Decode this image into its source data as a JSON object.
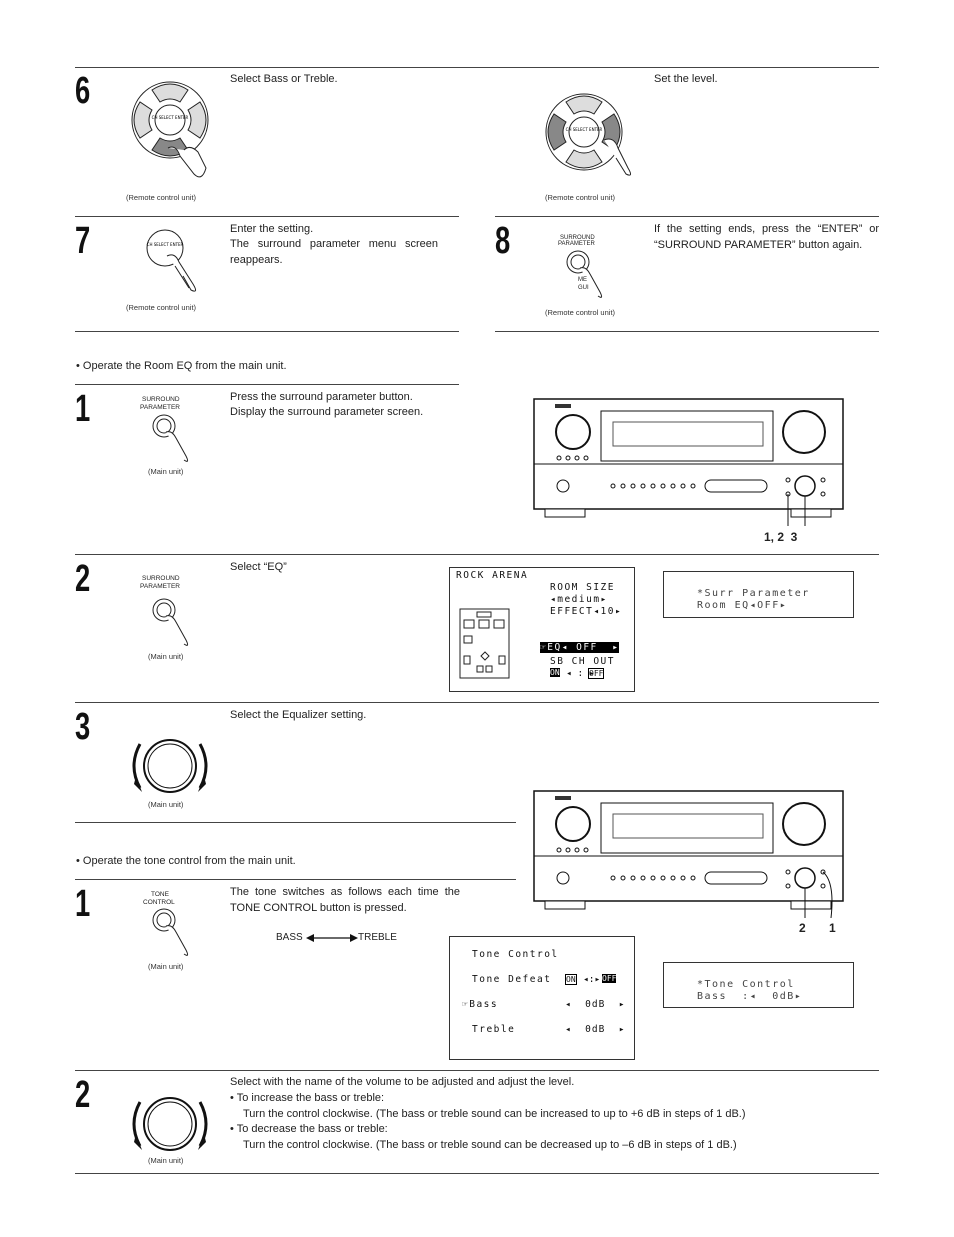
{
  "remote_section": {
    "step6": {
      "num": "6",
      "text": "Select Bass or Treble.",
      "caption": "(Remote control unit)",
      "icon_label": "CH SELECT ENTER"
    },
    "step6r": {
      "text": "Set the level.",
      "caption": "(Remote control unit)",
      "icon_label": "CH SELECT ENTER"
    },
    "step7": {
      "num": "7",
      "text1": "Enter the setting.",
      "text2": "The surround parameter menu screen reappears.",
      "caption": "(Remote control unit)",
      "button_label": "CH SELECT ENTER"
    },
    "step8": {
      "num": "8",
      "text": "If the setting ends, press the “ENTER” or “SURROUND PARAMETER” button again.",
      "caption": "(Remote control unit)",
      "button_label1": "SURROUND",
      "button_label2": "PARAMETER",
      "partial_label": "ME GUI"
    }
  },
  "room_eq": {
    "bullet": "•  Operate the Room EQ from the main unit.",
    "step1": {
      "num": "1",
      "text1": "Press the surround parameter button.",
      "text2": "Display the surround parameter screen.",
      "caption": "(Main unit)",
      "button_label1": "SURROUND",
      "button_label2": "PARAMETER"
    },
    "callout": "1, 2  3",
    "step2": {
      "num": "2",
      "text": "Select “EQ”",
      "caption": "(Main unit)",
      "button_label1": "SURROUND",
      "button_label2": "PARAMETER"
    },
    "osd": {
      "title": "ROCK ARENA",
      "room_size": "ROOM SIZE",
      "medium": "◂medium▸",
      "effect": "EFFECT◂10▸",
      "eq": "☞EQ◂ OFF  ▸",
      "sb_ch_out": "SB CH OUT",
      "sb_on": "ON",
      "sb_sep": "◂ : ▸",
      "sb_off": "OFF"
    },
    "fl": {
      "line1": "*Surr Parameter",
      "line2": "Room EQ◂OFF▸"
    },
    "step3": {
      "num": "3",
      "text": "Select the Equalizer setting.",
      "caption": "(Main unit)"
    }
  },
  "tone": {
    "bullet": "•  Operate the tone control from the main unit.",
    "step1": {
      "num": "1",
      "text": "The tone switches as follows each time the TONE CONTROL button is pressed.",
      "caption": "(Main unit)",
      "button_label1": "TONE",
      "button_label2": "CONTROL",
      "bass": "BASS",
      "treble": "TREBLE"
    },
    "callout_2": "2",
    "callout_1": "1",
    "osd": {
      "title": "Tone Control",
      "defeat": "Tone Defeat",
      "on": "ON",
      "sep": "◂:▸",
      "off": "OFF",
      "bass": "☞Bass",
      "bass_val": "◂  0dB  ▸",
      "treble": "Treble",
      "treble_val": "◂  0dB  ▸"
    },
    "fl": {
      "line1": "*Tone Control",
      "line2": "Bass  :◂  0dB▸"
    },
    "step2": {
      "num": "2",
      "caption": "(Main unit)",
      "line1": "Select with the name of the volume to be adjusted and adjust the level.",
      "b1": "•  To increase the bass or treble:",
      "b1t": "Turn the control clockwise. (The bass or treble sound can be increased to up to +6 dB in steps of 1 dB.)",
      "b2": "•  To decrease the bass or treble:",
      "b2t": "Turn the control clockwise. (The bass or treble sound can be decreased up to –6 dB in steps of 1 dB.)"
    }
  },
  "colors": {
    "rule": "#444444",
    "text": "#222222",
    "panel": "#ffffff"
  }
}
